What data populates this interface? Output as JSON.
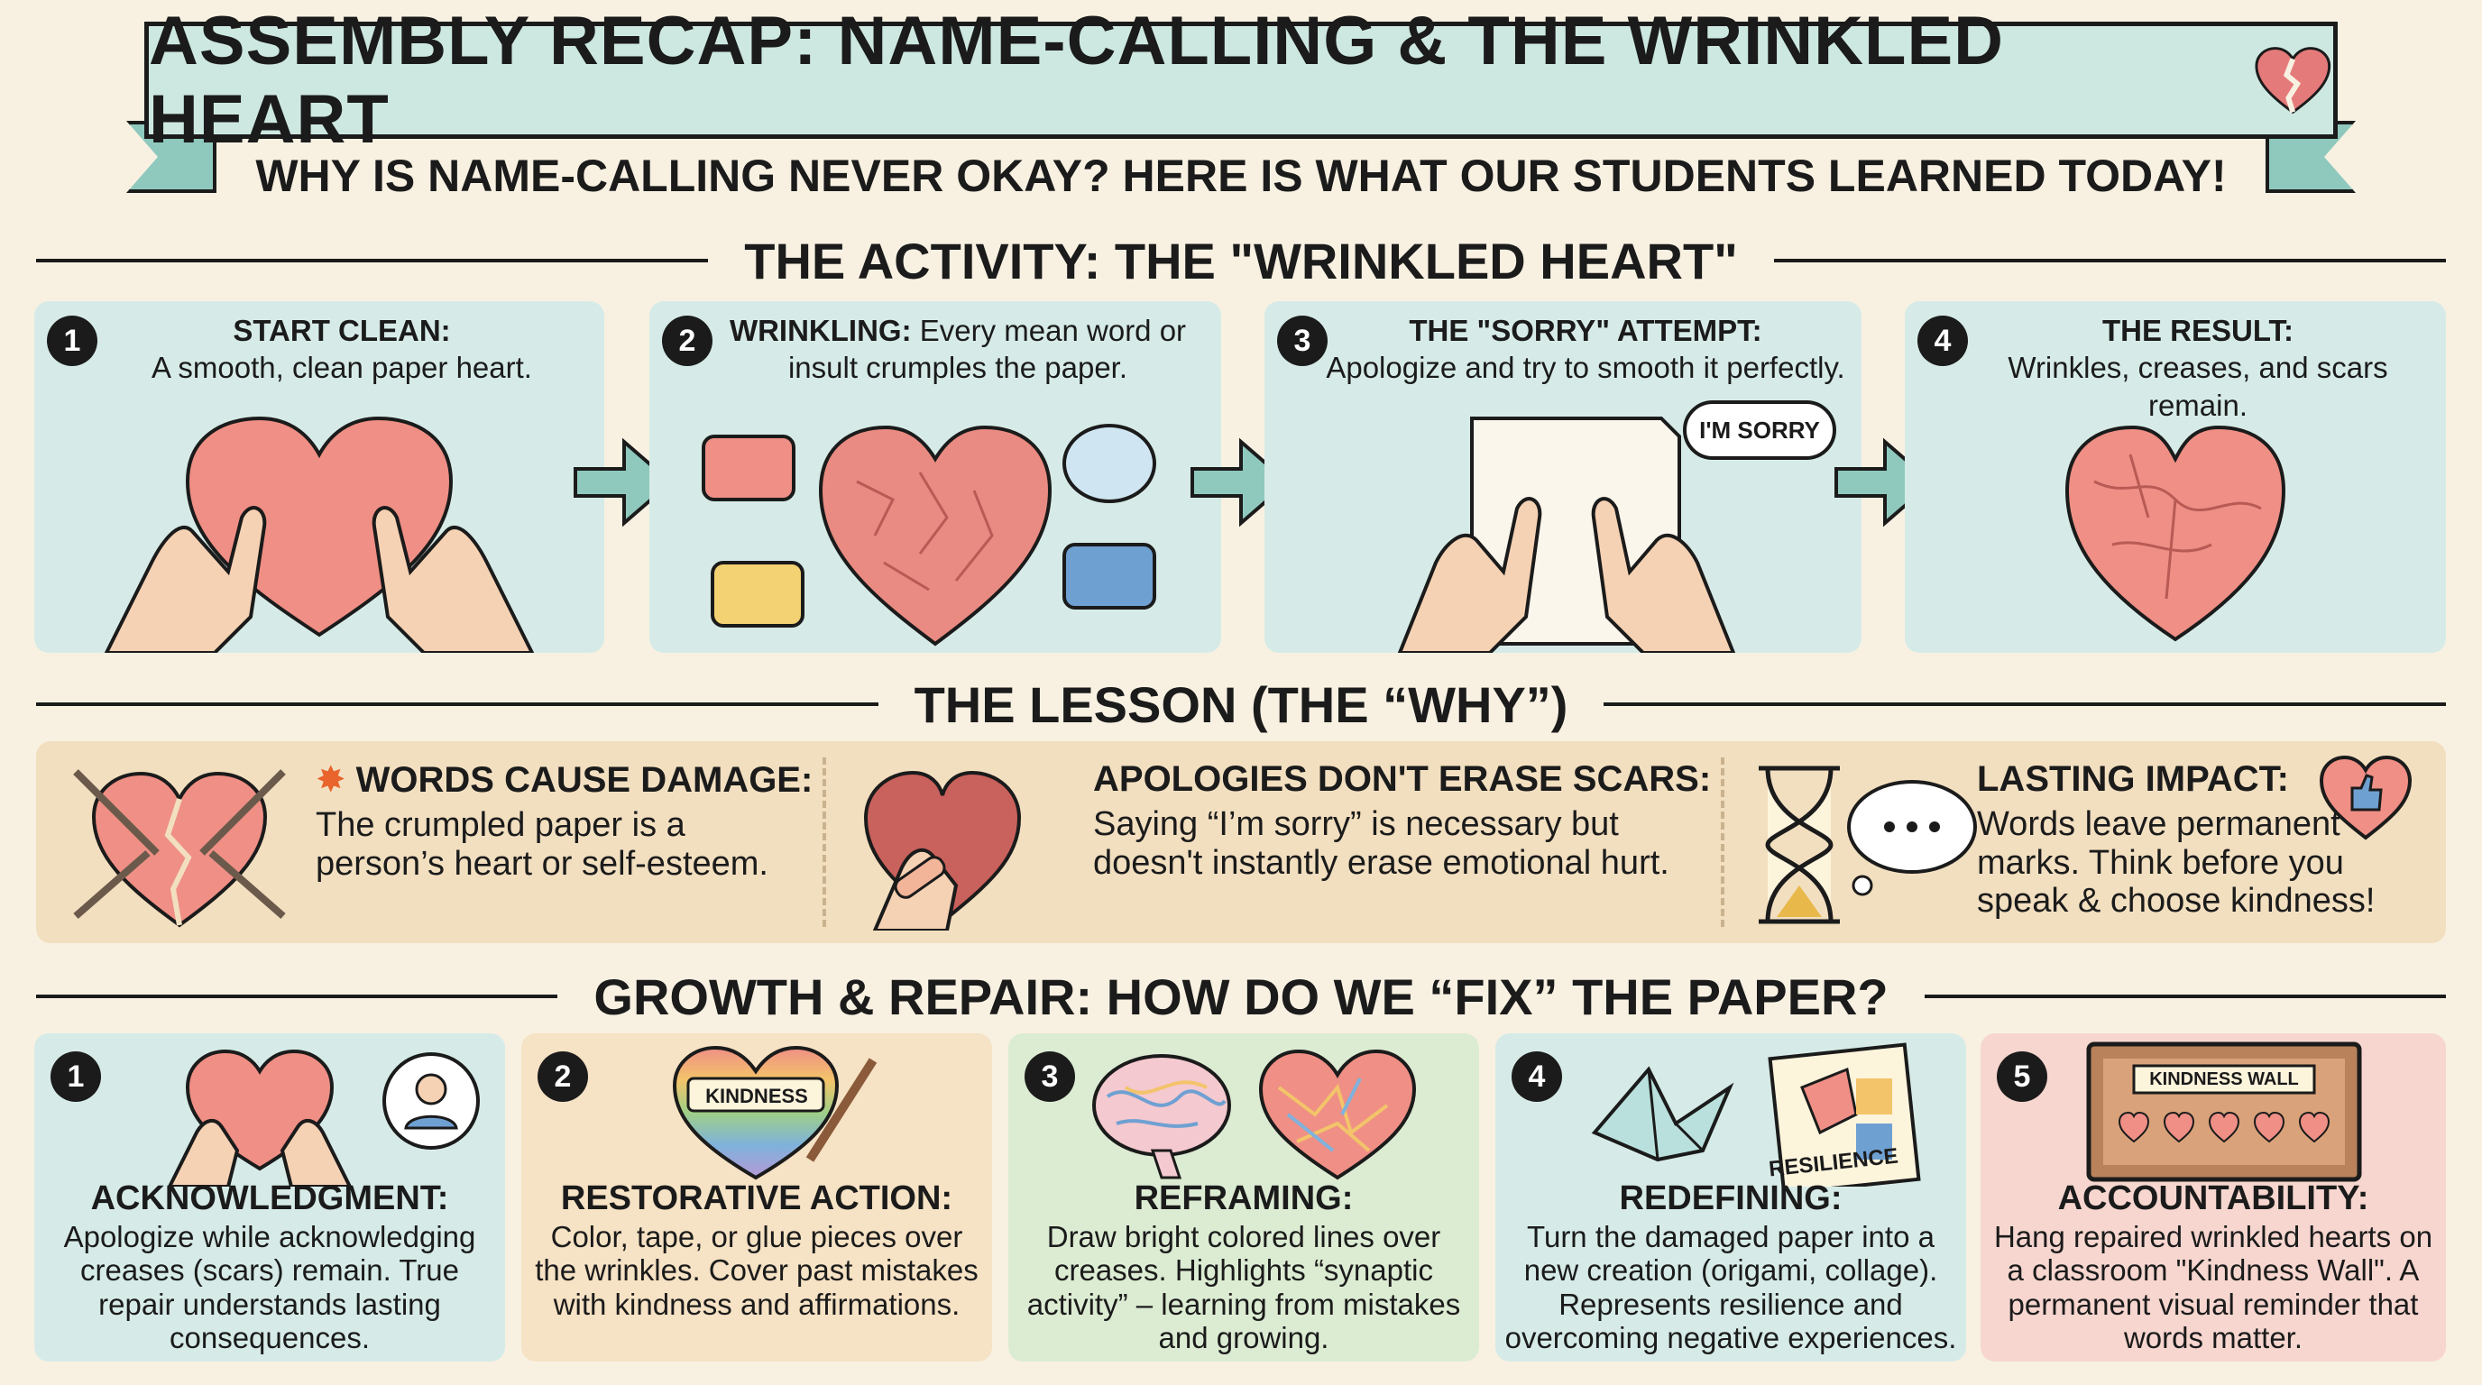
{
  "banner": {
    "title": "ASSEMBLY RECAP: NAME-CALLING & THE WRINKLED HEART",
    "icon": "broken-heart-icon",
    "subtitle": "WHY IS NAME-CALLING NEVER OKAY? HERE IS WHAT OUR STUDENTS LEARNED TODAY!"
  },
  "activity": {
    "heading": "THE ACTIVITY: THE \"WRINKLED HEART\"",
    "steps": [
      {
        "num": "1",
        "title": "START CLEAN:",
        "text": "A smooth, clean paper heart."
      },
      {
        "num": "2",
        "title": "WRINKLING:",
        "text": "Every mean word or insult crumples the paper."
      },
      {
        "num": "3",
        "title": "THE \"SORRY\" ATTEMPT:",
        "text": "Apologize and try to smooth it perfectly.",
        "bubble": "I'M SORRY"
      },
      {
        "num": "4",
        "title": "THE RESULT:",
        "text": "Wrinkles, creases, and scars remain."
      }
    ]
  },
  "lesson": {
    "heading": "THE LESSON (THE “WHY”)",
    "items": [
      {
        "title": "WORDS CAUSE DAMAGE:",
        "text": "The crumpled paper is a person’s heart or self-esteem.",
        "icon": "explosion-icon"
      },
      {
        "title": "APOLOGIES DON'T ERASE SCARS:",
        "text": "Saying “I’m sorry” is necessary but doesn't instantly erase emotional hurt."
      },
      {
        "title": "LASTING IMPACT:",
        "text": "Words leave permanent marks. Think before you speak & choose kindness!"
      }
    ]
  },
  "growth": {
    "heading": "GROWTH & REPAIR: HOW DO WE “FIX” THE PAPER?",
    "cards": [
      {
        "num": "1",
        "title": "ACKNOWLEDGMENT:",
        "text": "Apologize while acknowledging creases (scars) remain. True repair understands lasting consequences.",
        "color": "#d6ebe7"
      },
      {
        "num": "2",
        "title": "RESTORATIVE ACTION:",
        "text": "Color, tape, or glue pieces over the wrinkles. Cover past mistakes with kindness and affirmations.",
        "color": "#f6e2c4",
        "art_label": "KINDNESS"
      },
      {
        "num": "3",
        "title": "REFRAMING:",
        "text": "Draw bright colored lines over creases. Highlights “synaptic activity” – learning from mistakes and growing.",
        "color": "#dcecd3"
      },
      {
        "num": "4",
        "title": "REDEFINING:",
        "text": "Turn the damaged paper into a new creation (origami, collage). Represents resilience and overcoming negative experiences.",
        "color": "#d6ebe7",
        "art_label": "RESILIENCE"
      },
      {
        "num": "5",
        "title": "ACCOUNTABILITY:",
        "text": "Hang repaired wrinkled hearts on a classroom \"Kindness Wall\". A permanent visual reminder that words matter.",
        "color": "#f6d6cf",
        "art_label": "KINDNESS WALL"
      }
    ]
  }
}
